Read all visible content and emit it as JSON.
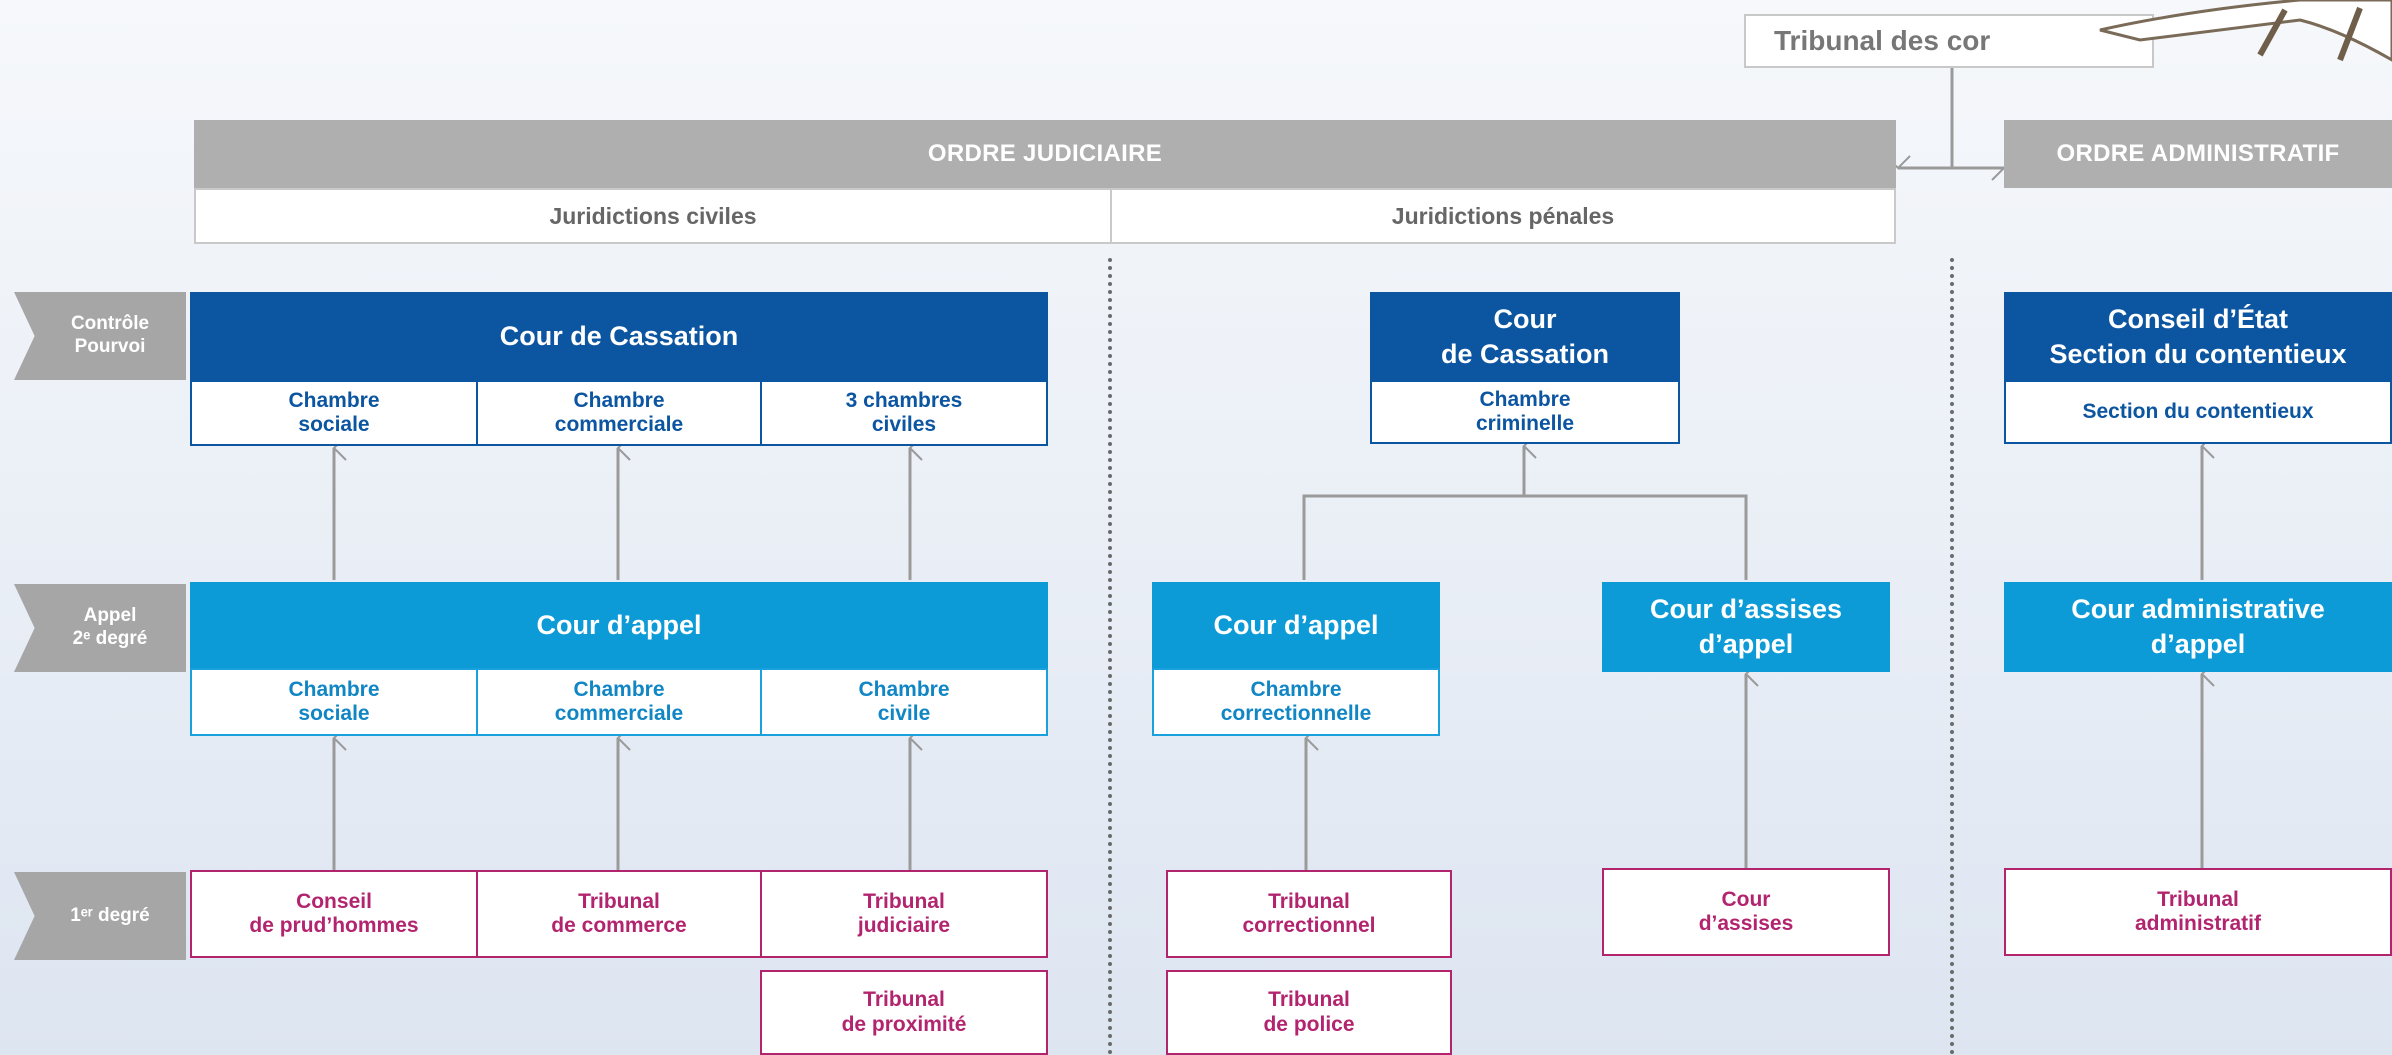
{
  "top_label": "Tribunal des cor",
  "ordre_judiciaire": "ORDRE JUDICIAIRE",
  "ordre_administratif": "ORDRE ADMINISTRATIF",
  "juridictions_civiles": "Juridictions civiles",
  "juridictions_penales": "Juridictions pénales",
  "row_labels": {
    "controle": "Contrôle\nPourvoi",
    "appel": "Appel\n2ᵉ degré",
    "premier": "1ᵉʳ degré"
  },
  "civil": {
    "cassation": "Cour de Cassation",
    "cassation_cells": [
      "Chambre\nsociale",
      "Chambre\ncommerciale",
      "3 chambres\nciviles"
    ],
    "appel": "Cour d’appel",
    "appel_cells": [
      "Chambre\nsociale",
      "Chambre\ncommerciale",
      "Chambre\ncivile"
    ],
    "first": [
      "Conseil\nde prud’hommes",
      "Tribunal\nde commerce",
      "Tribunal\njudiciaire"
    ],
    "extra": "Tribunal\nde proximité"
  },
  "penal": {
    "cassation": "Cour\nde Cassation",
    "cassation_cell": "Chambre\ncriminelle",
    "appel": "Cour d’appel",
    "appel_cell": "Chambre\ncorrectionnelle",
    "assises_appel": "Cour d’assises\nd’appel",
    "correctionnel": "Tribunal\ncorrectionnel",
    "police": "Tribunal\nde police",
    "assises": "Cour\nd’assises"
  },
  "admin": {
    "conseil": "Conseil d’État\nSection du contentieux",
    "conseil_cell": "Section du contentieux",
    "appel": "Cour administrative\nd’appel",
    "first": "Tribunal\nadministratif"
  },
  "colors": {
    "dark_blue": "#0c55a0",
    "light_blue": "#0d9bd8",
    "magenta": "#b3246f",
    "grey": "#afafaf"
  }
}
